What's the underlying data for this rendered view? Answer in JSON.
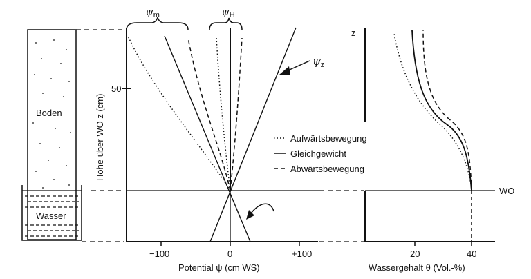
{
  "column": {
    "soil_label": "Boden",
    "water_label": "Wasser"
  },
  "left_panel": {
    "y_axis_label": "Höhe über WO z (cm)",
    "y_tick": "50",
    "x_axis_label": "Potential ψ (cm WS)",
    "x_ticks": [
      "−100",
      "0",
      "+100"
    ],
    "psi_m": "ψ",
    "psi_m_sub": "m",
    "psi_h": "ψ",
    "psi_h_sub": "H",
    "psi_z": "ψ",
    "psi_z_sub": "z"
  },
  "legend": {
    "up": "Aufwärtsbewegung",
    "equilibrium": "Gleichgewicht",
    "down": "Abwärtsbewegung"
  },
  "right_panel": {
    "z_label": "z",
    "x_axis_label": "Wassergehalt θ (Vol.-%)",
    "x_ticks": [
      "20",
      "40"
    ],
    "wo_label": "WO"
  },
  "colors": {
    "ink": "#111111",
    "background": "#ffffff"
  }
}
